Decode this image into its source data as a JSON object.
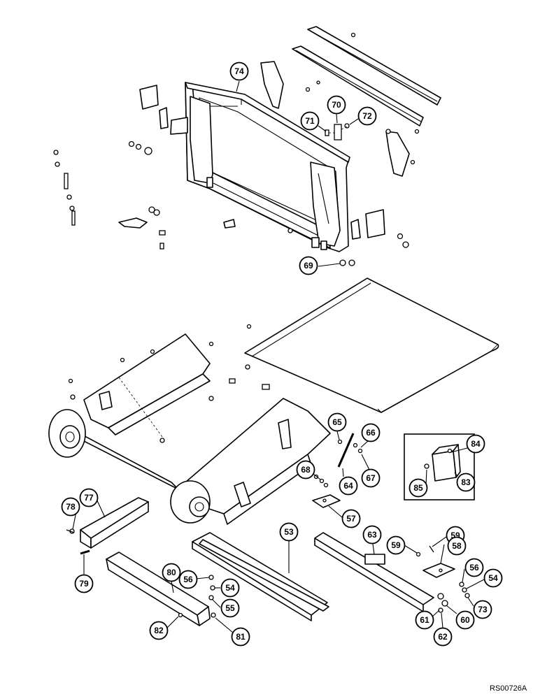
{
  "diagram": {
    "reference_code": "RS00726A",
    "callouts": [
      {
        "id": "c74",
        "label": "74"
      },
      {
        "id": "c70",
        "label": "70"
      },
      {
        "id": "c71",
        "label": "71"
      },
      {
        "id": "c72",
        "label": "72"
      },
      {
        "id": "c69",
        "label": "69"
      },
      {
        "id": "c65",
        "label": "65"
      },
      {
        "id": "c66",
        "label": "66"
      },
      {
        "id": "c67",
        "label": "67"
      },
      {
        "id": "c68",
        "label": "68"
      },
      {
        "id": "c64",
        "label": "64"
      },
      {
        "id": "c84",
        "label": "84"
      },
      {
        "id": "c85",
        "label": "85"
      },
      {
        "id": "c83",
        "label": "83"
      },
      {
        "id": "c57",
        "label": "57"
      },
      {
        "id": "c78",
        "label": "78"
      },
      {
        "id": "c77",
        "label": "77"
      },
      {
        "id": "c53",
        "label": "53"
      },
      {
        "id": "c63",
        "label": "63"
      },
      {
        "id": "c59a",
        "label": "59"
      },
      {
        "id": "c59b",
        "label": "59"
      },
      {
        "id": "c58",
        "label": "58"
      },
      {
        "id": "c79",
        "label": "79"
      },
      {
        "id": "c80",
        "label": "80"
      },
      {
        "id": "c56a",
        "label": "56"
      },
      {
        "id": "c54a",
        "label": "54"
      },
      {
        "id": "c55",
        "label": "55"
      },
      {
        "id": "c56b",
        "label": "56"
      },
      {
        "id": "c54b",
        "label": "54"
      },
      {
        "id": "c73",
        "label": "73"
      },
      {
        "id": "c61",
        "label": "61"
      },
      {
        "id": "c60",
        "label": "60"
      },
      {
        "id": "c62",
        "label": "62"
      },
      {
        "id": "c82",
        "label": "82"
      },
      {
        "id": "c81",
        "label": "81"
      }
    ]
  }
}
